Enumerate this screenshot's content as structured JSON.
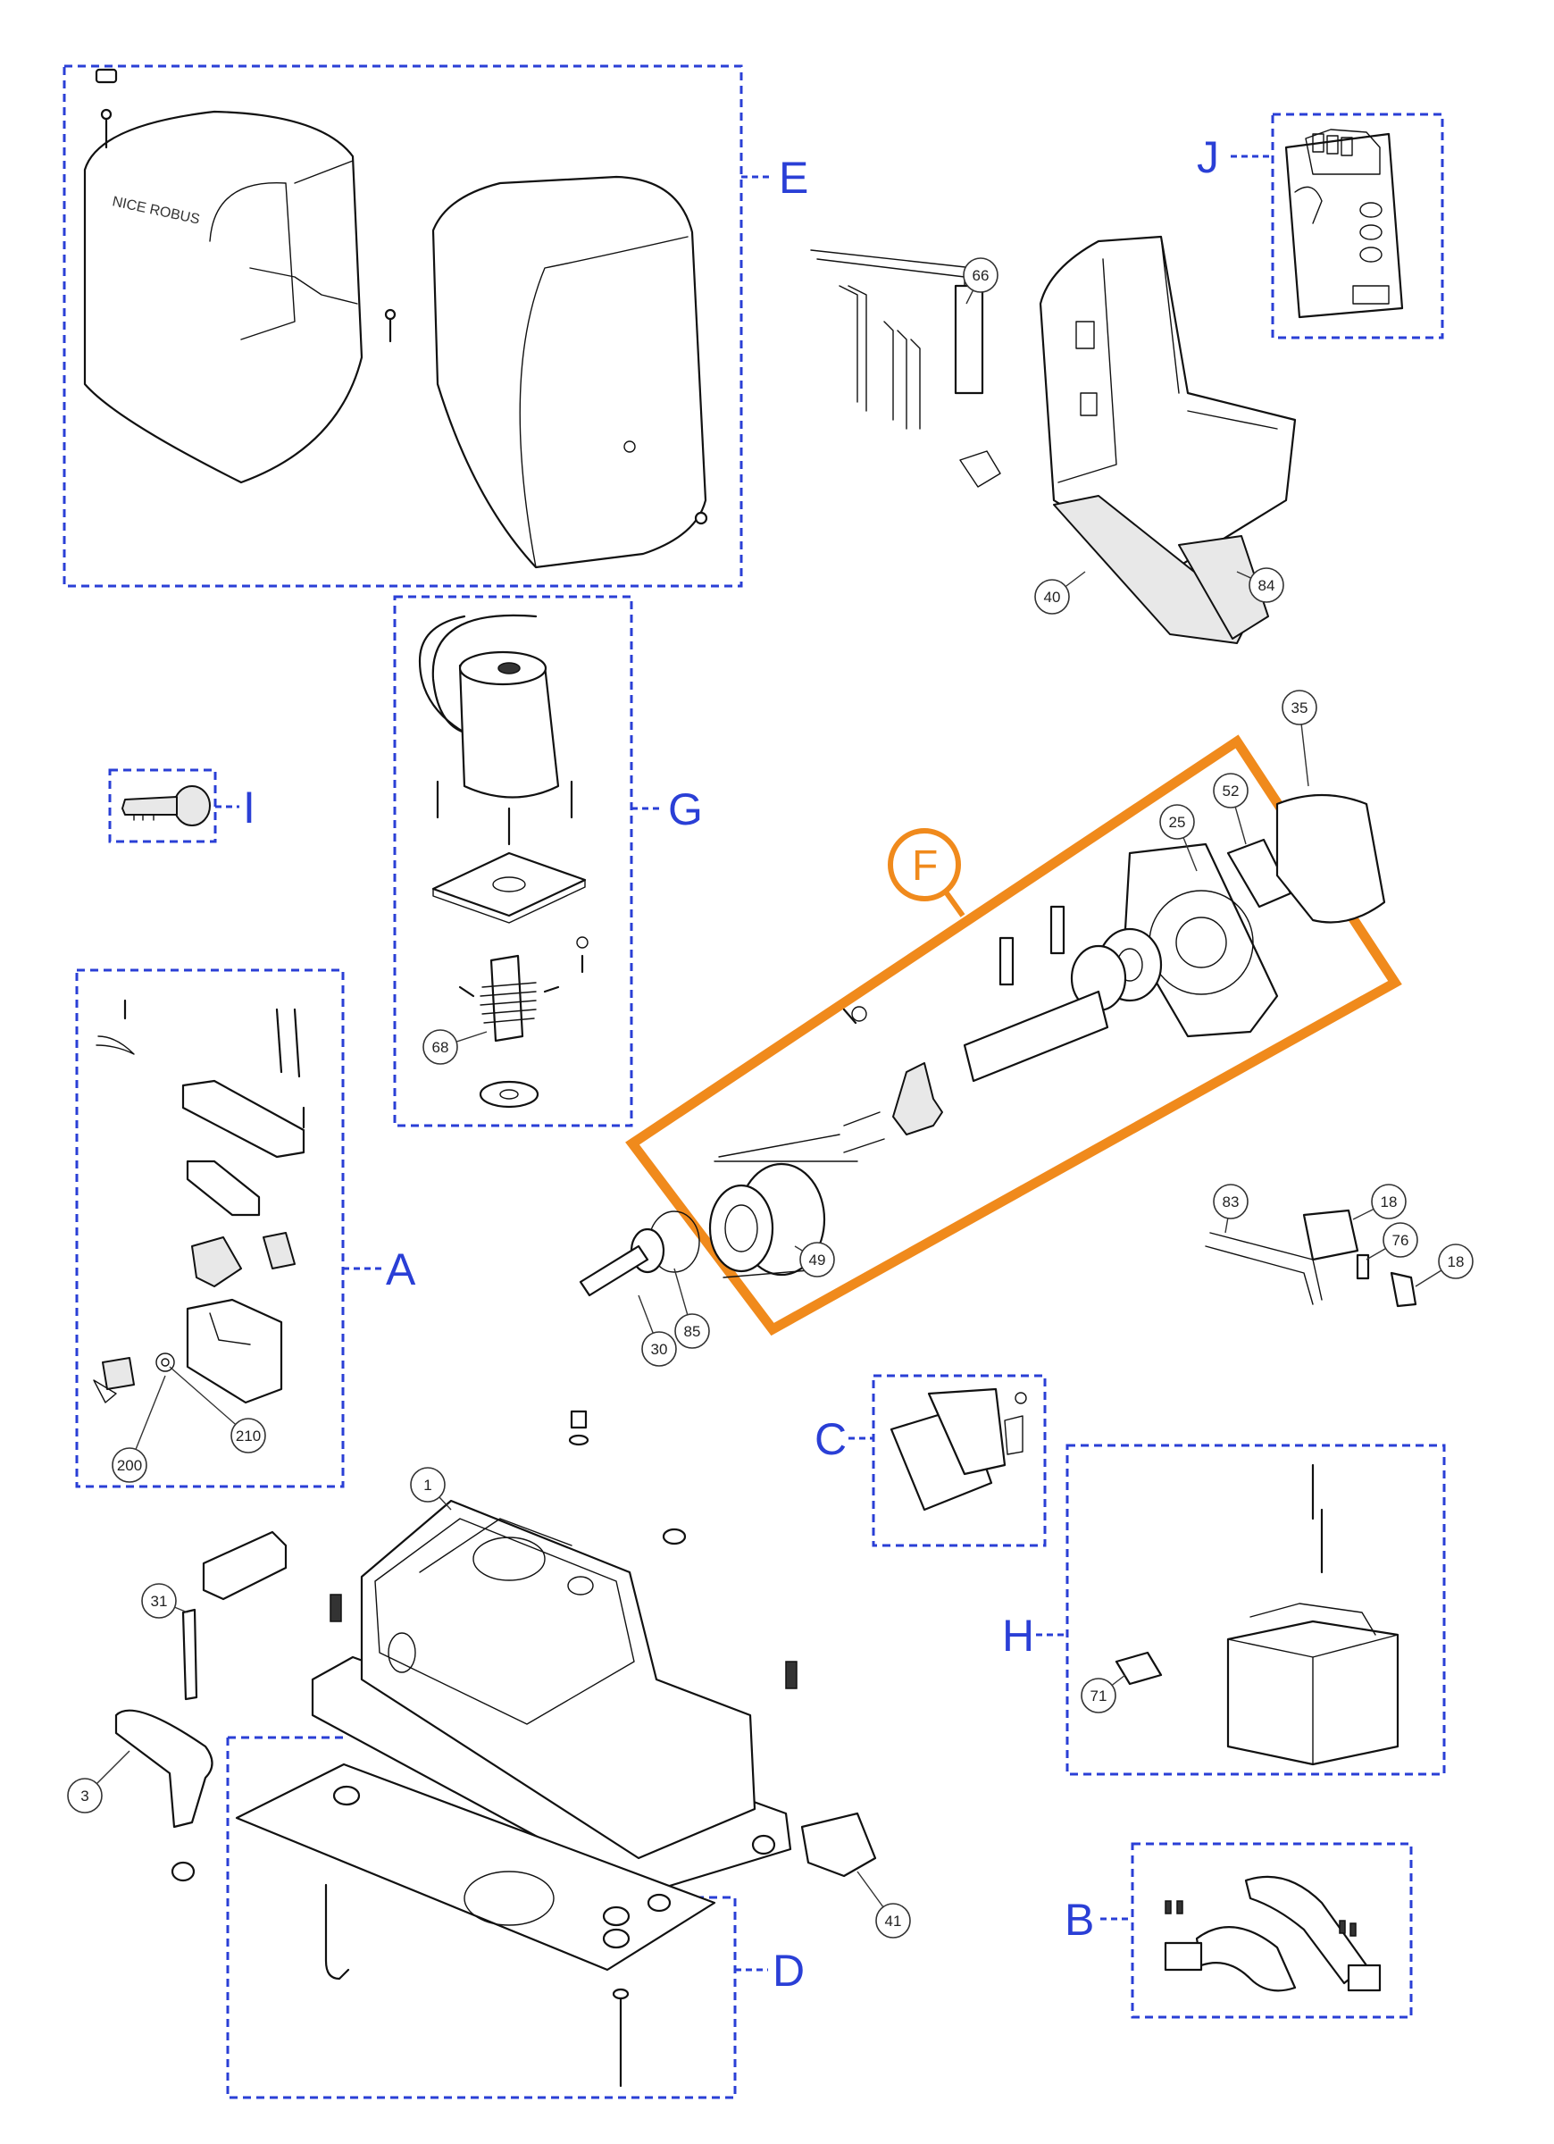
{
  "brand_text": "NICE ROBUS",
  "groups": [
    {
      "id": "E",
      "label": "E"
    },
    {
      "id": "J",
      "label": "J"
    },
    {
      "id": "G",
      "label": "G"
    },
    {
      "id": "I",
      "label": "I"
    },
    {
      "id": "A",
      "label": "A"
    },
    {
      "id": "C",
      "label": "C"
    },
    {
      "id": "H",
      "label": "H"
    },
    {
      "id": "B",
      "label": "B"
    },
    {
      "id": "D",
      "label": "D"
    }
  ],
  "highlight": {
    "label": "F",
    "color": "#f08a1c"
  },
  "group_color": "#2a3fd6",
  "callouts": [
    "66",
    "40",
    "84",
    "35",
    "52",
    "25",
    "68",
    "49",
    "30",
    "85",
    "83",
    "18",
    "76",
    "18",
    "200",
    "210",
    "1",
    "31",
    "3",
    "71",
    "41"
  ]
}
